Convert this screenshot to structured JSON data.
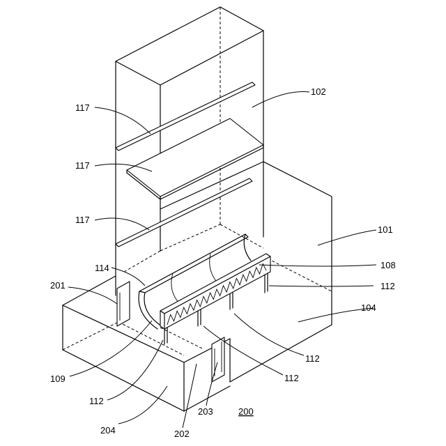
{
  "figure": {
    "figure_number": "200",
    "labels": {
      "l101": "101",
      "l102": "102",
      "l104": "104",
      "l108": "108",
      "l109": "109",
      "l112a": "112",
      "l112b": "112",
      "l112c": "112",
      "l112d": "112",
      "l114": "114",
      "l117a": "117",
      "l117b": "117",
      "l117c": "117",
      "l201": "201",
      "l202": "202",
      "l203": "203",
      "l204": "204"
    }
  }
}
